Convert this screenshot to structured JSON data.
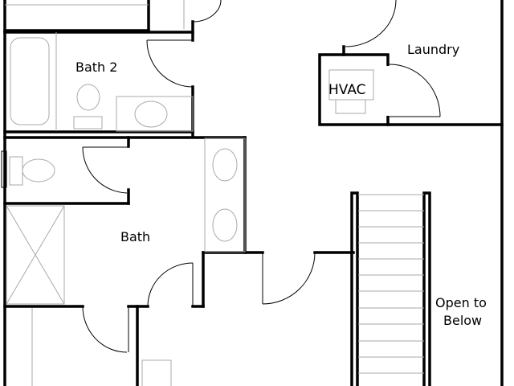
{
  "plan": {
    "rooms": {
      "bath2": "Bath 2",
      "bath": "Bath",
      "laundry": "Laundry",
      "hvac": "HVAC",
      "open_line1": "Open to",
      "open_line2": "Below"
    },
    "colors": {
      "wall": "#000000",
      "fixture": "#aaaaaa",
      "background": "#ffffff"
    }
  }
}
